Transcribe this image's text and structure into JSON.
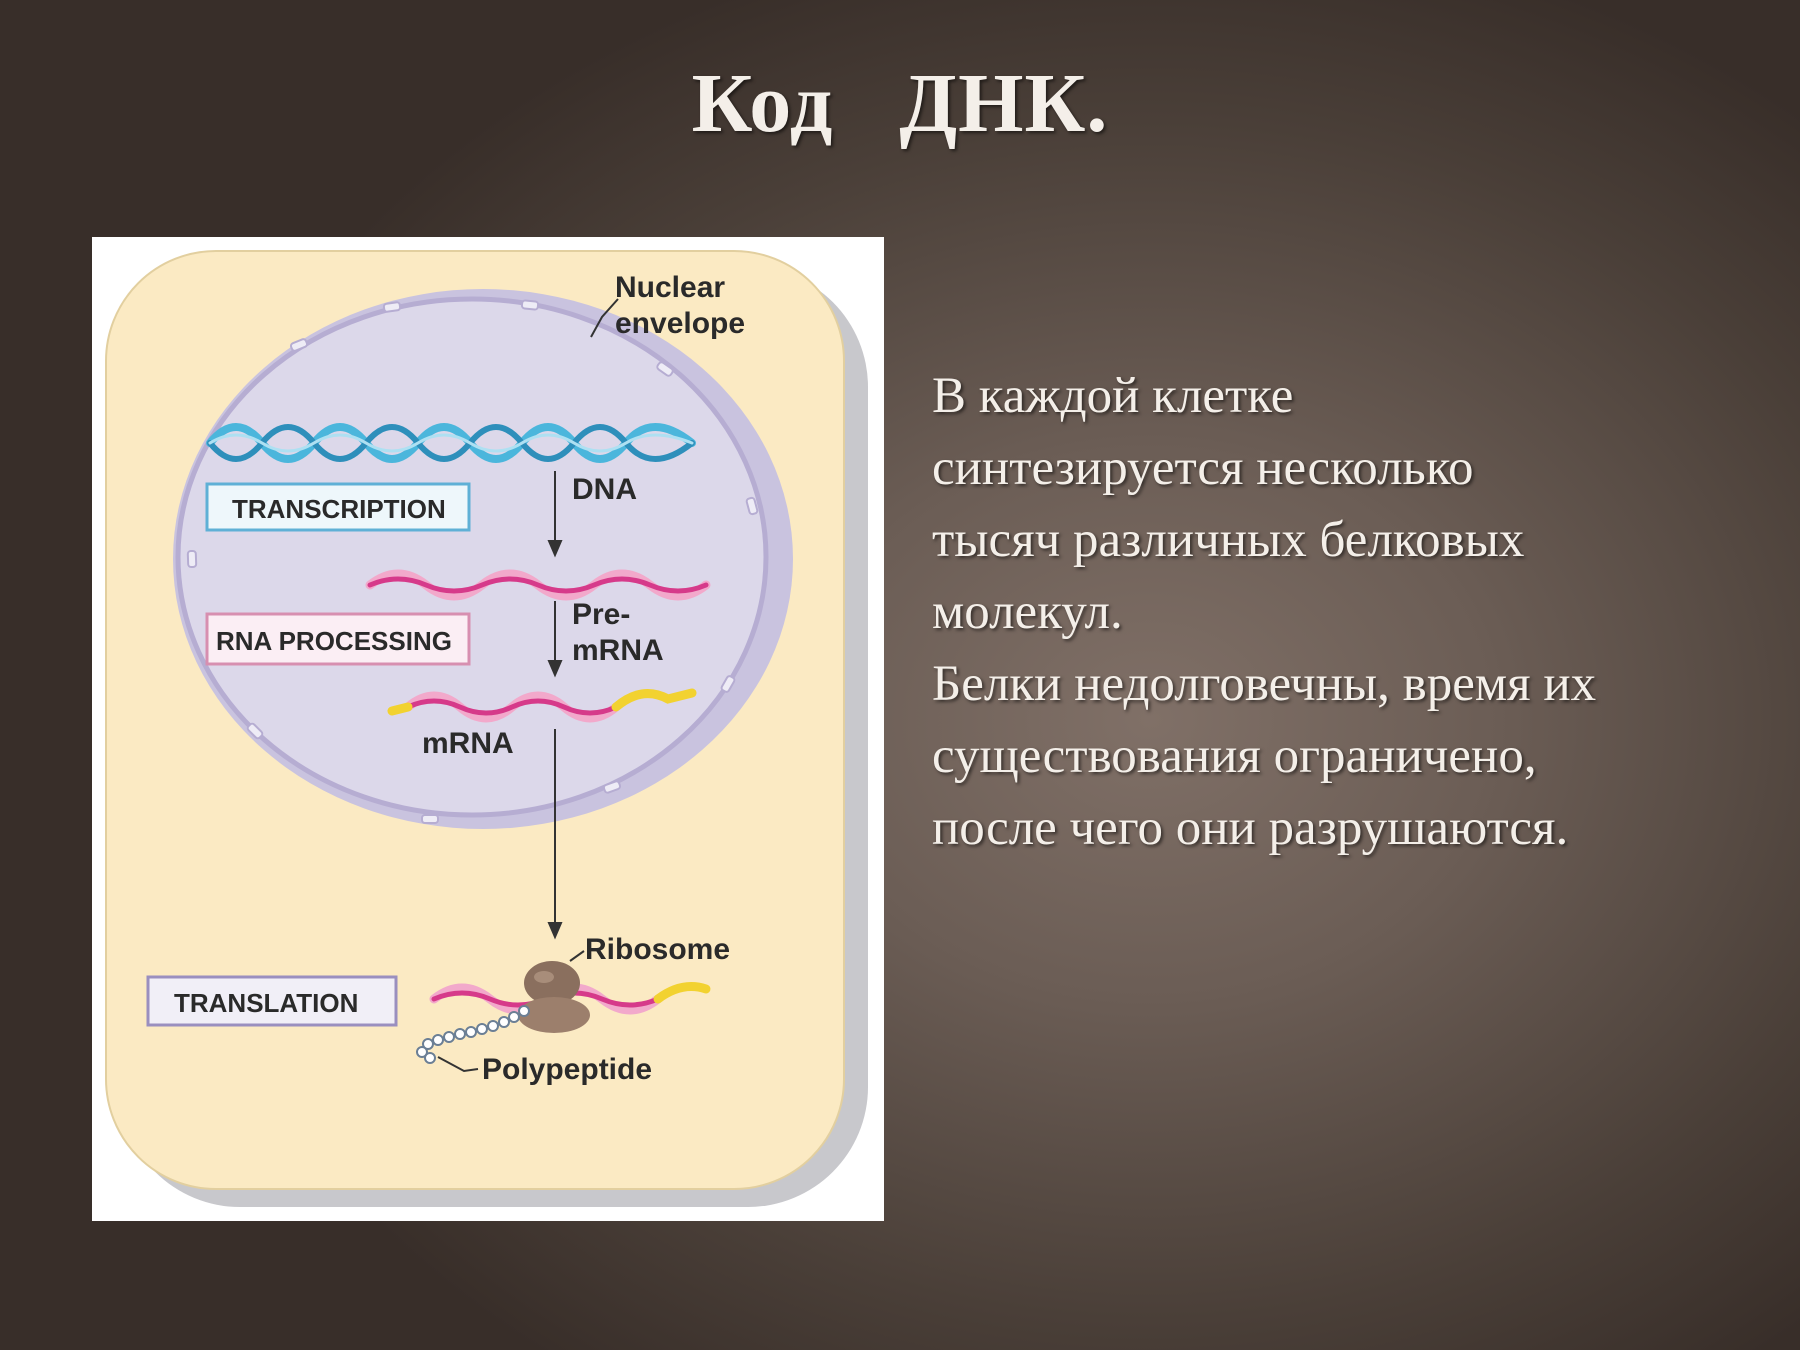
{
  "slide": {
    "title": "Код   ДНК.",
    "paragraphs": [
      "В каждой клетке",
      "синтезируется несколько",
      "тысяч различных белковых",
      "молекул.",
      "Белки недолговечны, время их",
      "существования ограничено,",
      "после чего они разрушаются."
    ]
  },
  "diagram": {
    "labels": {
      "nuclear_envelope_1": "Nuclear",
      "nuclear_envelope_2": "envelope",
      "dna": "DNA",
      "pre_mrna_1": "Pre-",
      "pre_mrna_2": "mRNA",
      "mrna": "mRNA",
      "ribosome": "Ribosome",
      "polypeptide": "Polypeptide"
    },
    "process_boxes": {
      "transcription": "TRANSCRIPTION",
      "rna_processing": "RNA PROCESSING",
      "translation": "TRANSLATION"
    }
  },
  "colors": {
    "cell_fill": "#fbeac3",
    "cell_shadow": "#c8c8cc",
    "nucleus_fill": "#dcd8ea",
    "nucleus_rim": "#b6add2",
    "dna_strand": "#4bb6dc",
    "rna_strand": "#d63a8a",
    "rna_light": "#f2a9cb",
    "cap_yellow": "#f2d230",
    "ribosome": "#8a6f5e",
    "box_blue_border": "#5fb0d6",
    "box_pink_border": "#d78fb0",
    "box_purple_border": "#9a8fbf"
  }
}
